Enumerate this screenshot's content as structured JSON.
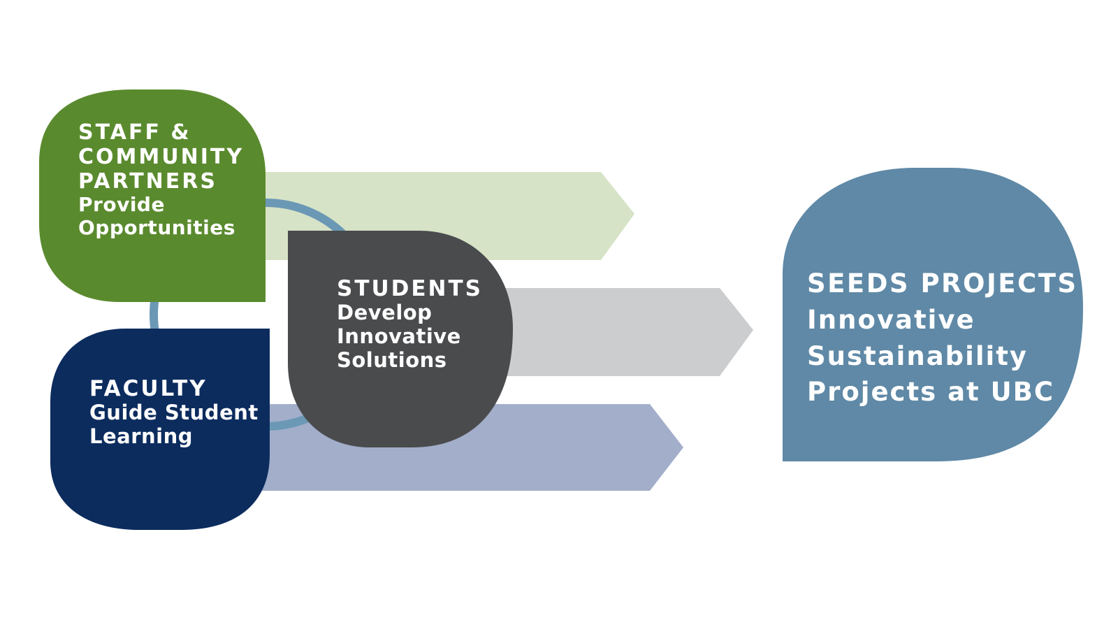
{
  "colors": {
    "staff_green": "#5a8a2e",
    "faculty_navy": "#0c2c5e",
    "students_gray": "#4a4b4d",
    "seeds_blue": "#5f89a6",
    "arrow_green_light": "#d6e3c6",
    "arrow_gray_light": "#cbcdcf",
    "arrow_blue_light": "#a2aeca",
    "connector_ring": "#6b98b5"
  },
  "nodes": {
    "staff": {
      "heading": [
        "STAFF &",
        "COMMUNITY",
        "PARTNERS"
      ],
      "description": [
        "Provide",
        "Opportunities"
      ]
    },
    "students": {
      "heading": [
        "STUDENTS"
      ],
      "description": [
        "Develop",
        "Innovative",
        "Solutions"
      ]
    },
    "faculty": {
      "heading": [
        "FACULTY"
      ],
      "description": [
        "Guide Student",
        "Learning"
      ]
    },
    "seeds": {
      "heading": [
        "SEEDS PROJECTS"
      ],
      "description": [
        "Innovative",
        "Sustainability",
        "Projects at UBC"
      ]
    }
  }
}
